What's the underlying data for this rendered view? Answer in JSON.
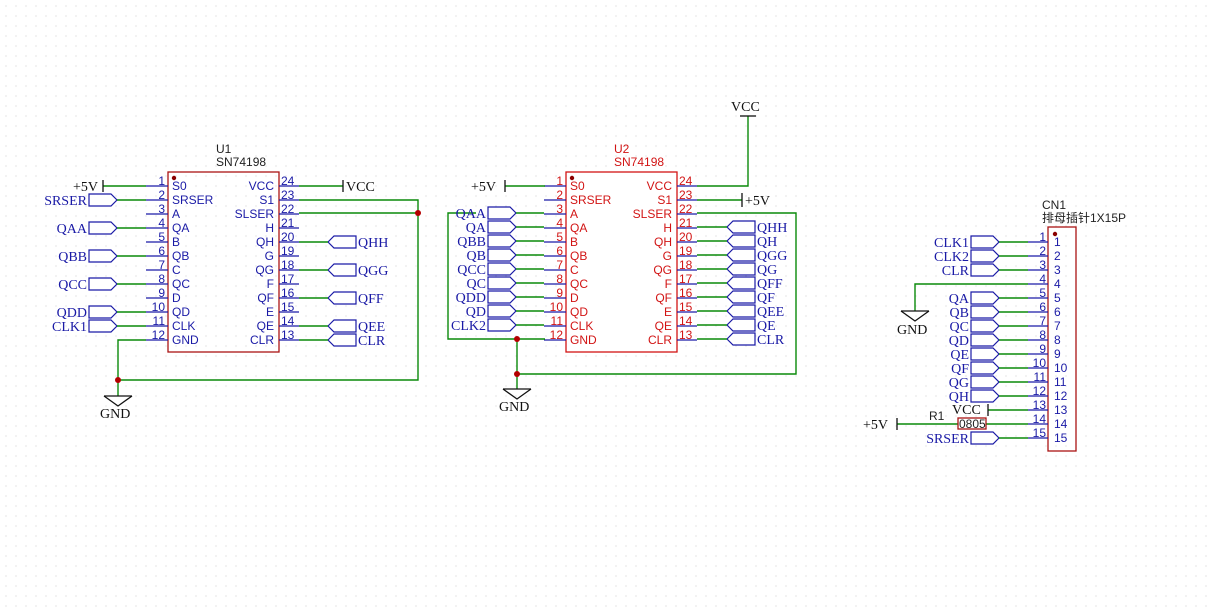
{
  "u1": {
    "designator": "U1",
    "part": "SN74198",
    "left_pins": [
      {
        "num": "1",
        "name": "S0"
      },
      {
        "num": "2",
        "name": "SRSER"
      },
      {
        "num": "3",
        "name": "A"
      },
      {
        "num": "4",
        "name": "QA"
      },
      {
        "num": "5",
        "name": "B"
      },
      {
        "num": "6",
        "name": "QB"
      },
      {
        "num": "7",
        "name": "C"
      },
      {
        "num": "8",
        "name": "QC"
      },
      {
        "num": "9",
        "name": "D"
      },
      {
        "num": "10",
        "name": "QD"
      },
      {
        "num": "11",
        "name": "CLK"
      },
      {
        "num": "12",
        "name": "GND"
      }
    ],
    "right_pins": [
      {
        "num": "24",
        "name": "VCC"
      },
      {
        "num": "23",
        "name": "S1"
      },
      {
        "num": "22",
        "name": "SLSER"
      },
      {
        "num": "21",
        "name": "H"
      },
      {
        "num": "20",
        "name": "QH"
      },
      {
        "num": "19",
        "name": "G"
      },
      {
        "num": "18",
        "name": "QG"
      },
      {
        "num": "17",
        "name": "F"
      },
      {
        "num": "16",
        "name": "QF"
      },
      {
        "num": "15",
        "name": "E"
      },
      {
        "num": "14",
        "name": "QE"
      },
      {
        "num": "13",
        "name": "CLR"
      }
    ],
    "left_nets": [
      "",
      "SRSER",
      "",
      "QAA",
      "",
      "QBB",
      "",
      "QCC",
      "",
      "QDD",
      "CLK1",
      ""
    ],
    "right_nets": [
      "",
      "",
      "",
      "",
      "QHH",
      "",
      "QGG",
      "",
      "QFF",
      "",
      "QEE",
      "CLR"
    ],
    "power_5v": "+5V",
    "power_vcc": "VCC",
    "gnd": "GND"
  },
  "u2": {
    "designator": "U2",
    "part": "SN74198",
    "left_pins": [
      {
        "num": "1",
        "name": "S0"
      },
      {
        "num": "2",
        "name": "SRSER"
      },
      {
        "num": "3",
        "name": "A"
      },
      {
        "num": "4",
        "name": "QA"
      },
      {
        "num": "5",
        "name": "B"
      },
      {
        "num": "6",
        "name": "QB"
      },
      {
        "num": "7",
        "name": "C"
      },
      {
        "num": "8",
        "name": "QC"
      },
      {
        "num": "9",
        "name": "D"
      },
      {
        "num": "10",
        "name": "QD"
      },
      {
        "num": "11",
        "name": "CLK"
      },
      {
        "num": "12",
        "name": "GND"
      }
    ],
    "right_pins": [
      {
        "num": "24",
        "name": "VCC"
      },
      {
        "num": "23",
        "name": "S1"
      },
      {
        "num": "22",
        "name": "SLSER"
      },
      {
        "num": "21",
        "name": "H"
      },
      {
        "num": "20",
        "name": "QH"
      },
      {
        "num": "19",
        "name": "G"
      },
      {
        "num": "18",
        "name": "QG"
      },
      {
        "num": "17",
        "name": "F"
      },
      {
        "num": "16",
        "name": "QF"
      },
      {
        "num": "15",
        "name": "E"
      },
      {
        "num": "14",
        "name": "QE"
      },
      {
        "num": "13",
        "name": "CLR"
      }
    ],
    "left_nets": [
      "QAA",
      "QA",
      "QBB",
      "QB",
      "QCC",
      "QC",
      "QDD",
      "QD",
      "CLK2"
    ],
    "right_nets": [
      "QHH",
      "QH",
      "QGG",
      "QG",
      "QFF",
      "QF",
      "QEE",
      "QE",
      "CLR"
    ],
    "power_5v_left": "+5V",
    "power_5v_right": "+5V",
    "power_vcc": "VCC",
    "gnd": "GND"
  },
  "cn1": {
    "designator": "CN1",
    "part": "排母插针1X15P",
    "pins": [
      "1",
      "2",
      "3",
      "4",
      "5",
      "6",
      "7",
      "8",
      "9",
      "10",
      "11",
      "12",
      "13",
      "14",
      "15"
    ],
    "pin_nets": [
      "CLK1",
      "CLK2",
      "CLR",
      "",
      "QA",
      "QB",
      "QC",
      "QD",
      "QE",
      "QF",
      "QG",
      "QH",
      "",
      "",
      "SRSER"
    ],
    "vcc": "VCC",
    "gnd": "GND",
    "power_5v": "+5V"
  },
  "r1": {
    "designator": "R1",
    "package": "0805"
  },
  "colors": {
    "wire": "#0a8a0a",
    "pin": "#1a1aa6",
    "u1_body": "#aa1414",
    "u2_body": "#d21414",
    "junction": "#b40000",
    "power": "#111111"
  }
}
